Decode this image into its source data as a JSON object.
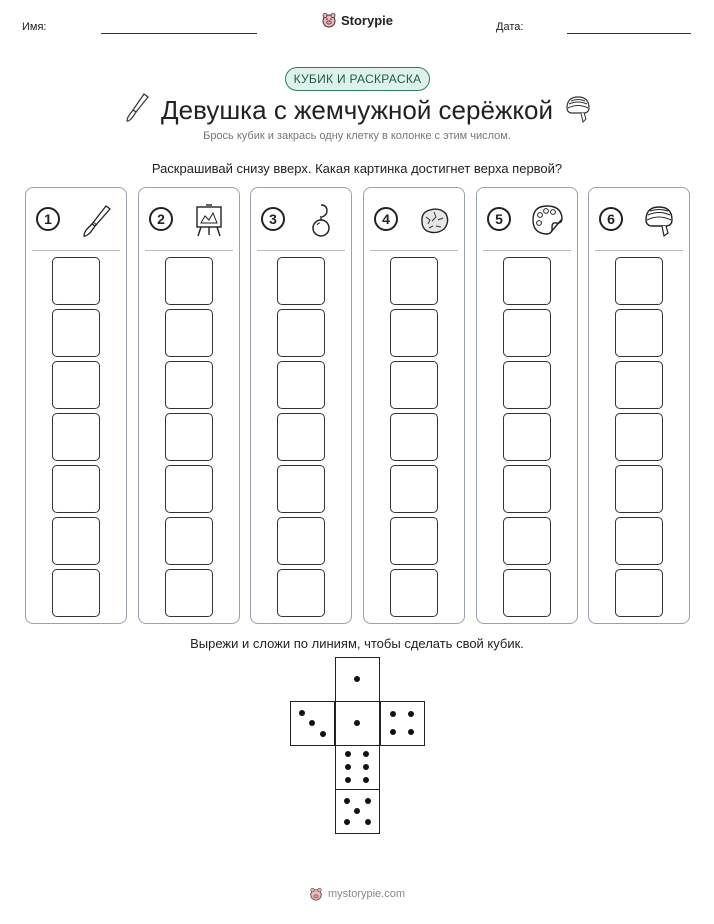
{
  "header": {
    "name_label": "Имя:",
    "date_label": "Дата:",
    "brand": "Storypie"
  },
  "badge": "КУБИК И РАСКРАСКА",
  "title": "Девушка с жемчужной серёжкой",
  "subtitle": "Брось кубик и закрась одну клетку в колонке с этим числом.",
  "instruction": "Раскрашивай снизу вверх. Какая картинка достигнет верха первой?",
  "columns": [
    {
      "number": "1",
      "icon": "paintbrush-icon",
      "cells": 7
    },
    {
      "number": "2",
      "icon": "easel-icon",
      "cells": 7
    },
    {
      "number": "3",
      "icon": "pearl-earring-icon",
      "cells": 7
    },
    {
      "number": "4",
      "icon": "ochre-stone-icon",
      "cells": 7
    },
    {
      "number": "5",
      "icon": "palette-icon",
      "cells": 7
    },
    {
      "number": "6",
      "icon": "turban-icon",
      "cells": 7
    }
  ],
  "cut_instruction": "Вырежи и сложи по линиям, чтобы сделать свой кубик.",
  "die_faces": [
    {
      "position": "top",
      "pips": 1
    },
    {
      "position": "left",
      "pips": 3
    },
    {
      "position": "center",
      "pips": 1
    },
    {
      "position": "right",
      "pips": 4
    },
    {
      "position": "below-1",
      "pips": 6
    },
    {
      "position": "below-2",
      "pips": 5
    }
  ],
  "footer": "mystorypie.com",
  "colors": {
    "badge_border": "#2f7a6b",
    "badge_fill": "#dff2ea",
    "column_border": "#9aa0b4"
  }
}
